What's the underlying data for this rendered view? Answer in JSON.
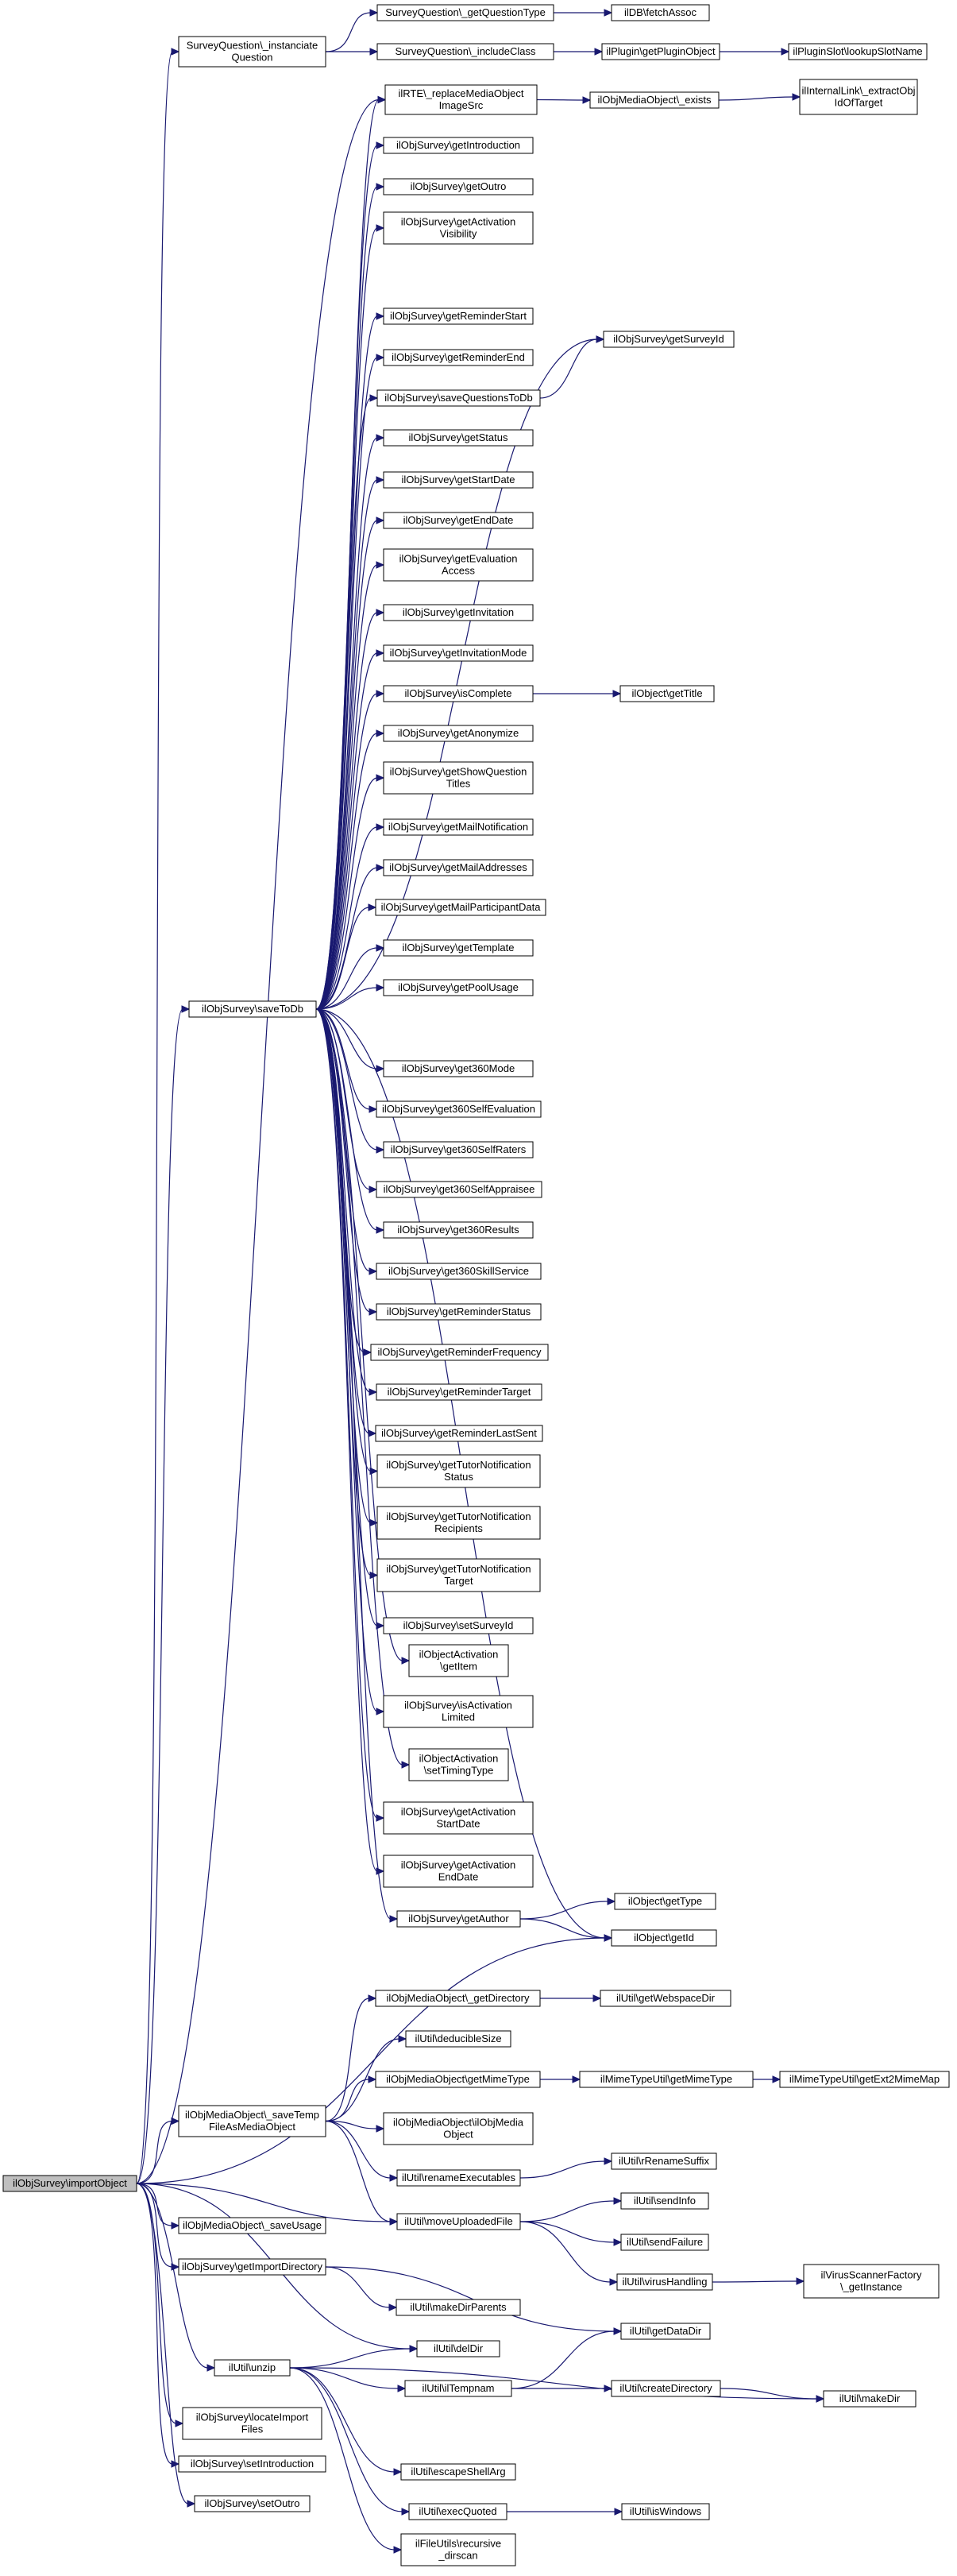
{
  "colors": {
    "edge": "#191970",
    "root_fill": "#bfbfbf",
    "node_fill": "#ffffff",
    "border": "#000000"
  },
  "nodes": [
    {
      "id": "root",
      "lines": [
        "ilObjSurvey\\importObject"
      ]
    },
    {
      "id": "sq_inst",
      "lines": [
        "SurveyQuestion\\_instanciate",
        "Question"
      ]
    },
    {
      "id": "sq_gqt",
      "lines": [
        "SurveyQuestion\\_getQuestionType"
      ]
    },
    {
      "id": "db_fetch",
      "lines": [
        "ilDB\\fetchAssoc"
      ]
    },
    {
      "id": "sq_inc",
      "lines": [
        "SurveyQuestion\\_includeClass"
      ]
    },
    {
      "id": "plugin_get",
      "lines": [
        "ilPlugin\\getPluginObject"
      ]
    },
    {
      "id": "pluginslot",
      "lines": [
        "ilPluginSlot\\lookupSlotName"
      ]
    },
    {
      "id": "rte",
      "lines": [
        "ilRTE\\_replaceMediaObject",
        "ImageSrc"
      ]
    },
    {
      "id": "mob_exists",
      "lines": [
        "ilObjMediaObject\\_exists"
      ]
    },
    {
      "id": "intlink",
      "lines": [
        "ilInternalLink\\_extractObj",
        "IdOfTarget"
      ]
    },
    {
      "id": "get_intro",
      "lines": [
        "ilObjSurvey\\getIntroduction"
      ]
    },
    {
      "id": "get_outro",
      "lines": [
        "ilObjSurvey\\getOutro"
      ]
    },
    {
      "id": "get_actvis",
      "lines": [
        "ilObjSurvey\\getActivation",
        "Visibility"
      ]
    },
    {
      "id": "get_remstart",
      "lines": [
        "ilObjSurvey\\getReminderStart"
      ]
    },
    {
      "id": "get_surveyid",
      "lines": [
        "ilObjSurvey\\getSurveyId"
      ]
    },
    {
      "id": "get_remend",
      "lines": [
        "ilObjSurvey\\getReminderEnd"
      ]
    },
    {
      "id": "saveq",
      "lines": [
        "ilObjSurvey\\saveQuestionsToDb"
      ]
    },
    {
      "id": "get_status",
      "lines": [
        "ilObjSurvey\\getStatus"
      ]
    },
    {
      "id": "get_startdate",
      "lines": [
        "ilObjSurvey\\getStartDate"
      ]
    },
    {
      "id": "get_enddate",
      "lines": [
        "ilObjSurvey\\getEndDate"
      ]
    },
    {
      "id": "get_evalacc",
      "lines": [
        "ilObjSurvey\\getEvaluation",
        "Access"
      ]
    },
    {
      "id": "get_invitation",
      "lines": [
        "ilObjSurvey\\getInvitation"
      ]
    },
    {
      "id": "get_invmode",
      "lines": [
        "ilObjSurvey\\getInvitationMode"
      ]
    },
    {
      "id": "is_complete",
      "lines": [
        "ilObjSurvey\\isComplete"
      ]
    },
    {
      "id": "obj_gettitle",
      "lines": [
        "ilObject\\getTitle"
      ]
    },
    {
      "id": "get_anon",
      "lines": [
        "ilObjSurvey\\getAnonymize"
      ]
    },
    {
      "id": "get_showqt",
      "lines": [
        "ilObjSurvey\\getShowQuestion",
        "Titles"
      ]
    },
    {
      "id": "get_mailnotif",
      "lines": [
        "ilObjSurvey\\getMailNotification"
      ]
    },
    {
      "id": "get_mailaddr",
      "lines": [
        "ilObjSurvey\\getMailAddresses"
      ]
    },
    {
      "id": "get_mailpart",
      "lines": [
        "ilObjSurvey\\getMailParticipantData"
      ]
    },
    {
      "id": "get_template",
      "lines": [
        "ilObjSurvey\\getTemplate"
      ]
    },
    {
      "id": "get_poolusage",
      "lines": [
        "ilObjSurvey\\getPoolUsage"
      ]
    },
    {
      "id": "savetodb",
      "lines": [
        "ilObjSurvey\\saveToDb"
      ]
    },
    {
      "id": "get_360mode",
      "lines": [
        "ilObjSurvey\\get360Mode"
      ]
    },
    {
      "id": "get_360selfeval",
      "lines": [
        "ilObjSurvey\\get360SelfEvaluation"
      ]
    },
    {
      "id": "get_360selfraters",
      "lines": [
        "ilObjSurvey\\get360SelfRaters"
      ]
    },
    {
      "id": "get_360selfappr",
      "lines": [
        "ilObjSurvey\\get360SelfAppraisee"
      ]
    },
    {
      "id": "get_360results",
      "lines": [
        "ilObjSurvey\\get360Results"
      ]
    },
    {
      "id": "get_360skill",
      "lines": [
        "ilObjSurvey\\get360SkillService"
      ]
    },
    {
      "id": "get_remstatus",
      "lines": [
        "ilObjSurvey\\getReminderStatus"
      ]
    },
    {
      "id": "get_remfreq",
      "lines": [
        "ilObjSurvey\\getReminderFrequency"
      ]
    },
    {
      "id": "get_remtarget",
      "lines": [
        "ilObjSurvey\\getReminderTarget"
      ]
    },
    {
      "id": "get_remlast",
      "lines": [
        "ilObjSurvey\\getReminderLastSent"
      ]
    },
    {
      "id": "get_tutnotstat",
      "lines": [
        "ilObjSurvey\\getTutorNotification",
        "Status"
      ]
    },
    {
      "id": "get_tutnotrec",
      "lines": [
        "ilObjSurvey\\getTutorNotification",
        "Recipients"
      ]
    },
    {
      "id": "get_tutnottarget",
      "lines": [
        "ilObjSurvey\\getTutorNotification",
        "Target"
      ]
    },
    {
      "id": "set_surveyid",
      "lines": [
        "ilObjSurvey\\setSurveyId"
      ]
    },
    {
      "id": "oa_getitem",
      "lines": [
        "ilObjectActivation",
        "\\getItem"
      ]
    },
    {
      "id": "is_actlimited",
      "lines": [
        "ilObjSurvey\\isActivation",
        "Limited"
      ]
    },
    {
      "id": "oa_settiming",
      "lines": [
        "ilObjectActivation",
        "\\setTimingType"
      ]
    },
    {
      "id": "get_actstart",
      "lines": [
        "ilObjSurvey\\getActivation",
        "StartDate"
      ]
    },
    {
      "id": "get_actend",
      "lines": [
        "ilObjSurvey\\getActivation",
        "EndDate"
      ]
    },
    {
      "id": "get_author",
      "lines": [
        "ilObjSurvey\\getAuthor"
      ]
    },
    {
      "id": "obj_gettype",
      "lines": [
        "ilObject\\getType"
      ]
    },
    {
      "id": "obj_getid",
      "lines": [
        "ilObject\\getId"
      ]
    },
    {
      "id": "mob_getdir",
      "lines": [
        "ilObjMediaObject\\_getDirectory"
      ]
    },
    {
      "id": "util_webspace",
      "lines": [
        "ilUtil\\getWebspaceDir"
      ]
    },
    {
      "id": "util_deducible",
      "lines": [
        "ilUtil\\deducibleSize"
      ]
    },
    {
      "id": "mob_getmime",
      "lines": [
        "ilObjMediaObject\\getMimeType"
      ]
    },
    {
      "id": "mime_getmime",
      "lines": [
        "ilMimeTypeUtil\\getMimeType"
      ]
    },
    {
      "id": "mime_ext2mime",
      "lines": [
        "ilMimeTypeUtil\\getExt2MimeMap"
      ]
    },
    {
      "id": "mob_savetemp",
      "lines": [
        "ilObjMediaObject\\_saveTemp",
        "FileAsMediaObject"
      ]
    },
    {
      "id": "mob_ctor",
      "lines": [
        "ilObjMediaObject\\ilObjMedia",
        "Object"
      ]
    },
    {
      "id": "util_rename",
      "lines": [
        "ilUtil\\renameExecutables"
      ]
    },
    {
      "id": "util_rrename",
      "lines": [
        "ilUtil\\rRenameSuffix"
      ]
    },
    {
      "id": "util_sendinfo",
      "lines": [
        "ilUtil\\sendInfo"
      ]
    },
    {
      "id": "util_moveup",
      "lines": [
        "ilUtil\\moveUploadedFile"
      ]
    },
    {
      "id": "mob_saveusage",
      "lines": [
        "ilObjMediaObject\\_saveUsage"
      ]
    },
    {
      "id": "util_sendfail",
      "lines": [
        "ilUtil\\sendFailure"
      ]
    },
    {
      "id": "get_importdir",
      "lines": [
        "ilObjSurvey\\getImportDirectory"
      ]
    },
    {
      "id": "util_virus",
      "lines": [
        "ilUtil\\virusHandling"
      ]
    },
    {
      "id": "vsf",
      "lines": [
        "ilVirusScannerFactory",
        "\\_getInstance"
      ]
    },
    {
      "id": "util_makedirparents",
      "lines": [
        "ilUtil\\makeDirParents"
      ]
    },
    {
      "id": "util_getdatadir",
      "lines": [
        "ilUtil\\getDataDir"
      ]
    },
    {
      "id": "util_deldir",
      "lines": [
        "ilUtil\\delDir"
      ]
    },
    {
      "id": "util_unzip",
      "lines": [
        "ilUtil\\unzip"
      ]
    },
    {
      "id": "util_tempnam",
      "lines": [
        "ilUtil\\ilTempnam"
      ]
    },
    {
      "id": "util_createdir",
      "lines": [
        "ilUtil\\createDirectory"
      ]
    },
    {
      "id": "util_makedir",
      "lines": [
        "ilUtil\\makeDir"
      ]
    },
    {
      "id": "locate_import",
      "lines": [
        "ilObjSurvey\\locateImport",
        "Files"
      ]
    },
    {
      "id": "set_intro",
      "lines": [
        "ilObjSurvey\\setIntroduction"
      ]
    },
    {
      "id": "util_escape",
      "lines": [
        "ilUtil\\escapeShellArg"
      ]
    },
    {
      "id": "set_outro",
      "lines": [
        "ilObjSurvey\\setOutro"
      ]
    },
    {
      "id": "util_execq",
      "lines": [
        "ilUtil\\execQuoted"
      ]
    },
    {
      "id": "util_iswin",
      "lines": [
        "ilUtil\\isWindows"
      ]
    },
    {
      "id": "fu_recursive",
      "lines": [
        "ilFileUtils\\recursive",
        "_dirscan"
      ]
    }
  ],
  "edges": [
    [
      "root",
      "sq_inst"
    ],
    [
      "root",
      "rte"
    ],
    [
      "root",
      "savetodb"
    ],
    [
      "root",
      "obj_getid"
    ],
    [
      "root",
      "mob_savetemp"
    ],
    [
      "root",
      "util_moveup"
    ],
    [
      "root",
      "mob_saveusage"
    ],
    [
      "root",
      "get_importdir"
    ],
    [
      "root",
      "util_deldir"
    ],
    [
      "root",
      "util_unzip"
    ],
    [
      "root",
      "locate_import"
    ],
    [
      "root",
      "set_intro"
    ],
    [
      "root",
      "set_outro"
    ],
    [
      "sq_inst",
      "sq_gqt"
    ],
    [
      "sq_inst",
      "sq_inc"
    ],
    [
      "sq_gqt",
      "db_fetch"
    ],
    [
      "sq_inc",
      "plugin_get"
    ],
    [
      "plugin_get",
      "pluginslot"
    ],
    [
      "rte",
      "mob_exists"
    ],
    [
      "mob_exists",
      "intlink"
    ],
    [
      "savetodb",
      "rte"
    ],
    [
      "savetodb",
      "get_intro"
    ],
    [
      "savetodb",
      "get_outro"
    ],
    [
      "savetodb",
      "get_actvis"
    ],
    [
      "savetodb",
      "get_surveyid"
    ],
    [
      "savetodb",
      "get_remstart"
    ],
    [
      "savetodb",
      "get_remend"
    ],
    [
      "savetodb",
      "saveq"
    ],
    [
      "savetodb",
      "get_status"
    ],
    [
      "savetodb",
      "get_startdate"
    ],
    [
      "savetodb",
      "get_enddate"
    ],
    [
      "savetodb",
      "get_evalacc"
    ],
    [
      "savetodb",
      "get_invitation"
    ],
    [
      "savetodb",
      "get_invmode"
    ],
    [
      "savetodb",
      "is_complete"
    ],
    [
      "savetodb",
      "get_anon"
    ],
    [
      "savetodb",
      "get_showqt"
    ],
    [
      "savetodb",
      "get_mailnotif"
    ],
    [
      "savetodb",
      "get_mailaddr"
    ],
    [
      "savetodb",
      "get_mailpart"
    ],
    [
      "savetodb",
      "get_template"
    ],
    [
      "savetodb",
      "get_poolusage"
    ],
    [
      "savetodb",
      "obj_getid"
    ],
    [
      "savetodb",
      "get_360mode"
    ],
    [
      "savetodb",
      "get_360selfeval"
    ],
    [
      "savetodb",
      "get_360selfraters"
    ],
    [
      "savetodb",
      "get_360selfappr"
    ],
    [
      "savetodb",
      "get_360results"
    ],
    [
      "savetodb",
      "get_360skill"
    ],
    [
      "savetodb",
      "get_remstatus"
    ],
    [
      "savetodb",
      "get_remfreq"
    ],
    [
      "savetodb",
      "get_remtarget"
    ],
    [
      "savetodb",
      "get_remlast"
    ],
    [
      "savetodb",
      "get_tutnotstat"
    ],
    [
      "savetodb",
      "get_tutnotrec"
    ],
    [
      "savetodb",
      "get_tutnottarget"
    ],
    [
      "savetodb",
      "set_surveyid"
    ],
    [
      "savetodb",
      "oa_getitem"
    ],
    [
      "savetodb",
      "is_actlimited"
    ],
    [
      "savetodb",
      "oa_settiming"
    ],
    [
      "savetodb",
      "get_actstart"
    ],
    [
      "savetodb",
      "get_actend"
    ],
    [
      "savetodb",
      "get_author"
    ],
    [
      "saveq",
      "get_surveyid"
    ],
    [
      "is_complete",
      "obj_gettitle"
    ],
    [
      "get_author",
      "obj_gettype"
    ],
    [
      "get_author",
      "obj_getid"
    ],
    [
      "mob_savetemp",
      "mob_getdir"
    ],
    [
      "mob_savetemp",
      "util_deducible"
    ],
    [
      "mob_savetemp",
      "mob_getmime"
    ],
    [
      "mob_savetemp",
      "mob_ctor"
    ],
    [
      "mob_savetemp",
      "util_rename"
    ],
    [
      "mob_savetemp",
      "util_moveup"
    ],
    [
      "mob_getdir",
      "util_webspace"
    ],
    [
      "mob_getmime",
      "mime_getmime"
    ],
    [
      "mime_getmime",
      "mime_ext2mime"
    ],
    [
      "util_rename",
      "util_rrename"
    ],
    [
      "util_moveup",
      "util_sendinfo"
    ],
    [
      "util_moveup",
      "util_sendfail"
    ],
    [
      "util_moveup",
      "util_virus"
    ],
    [
      "util_virus",
      "vsf"
    ],
    [
      "get_importdir",
      "util_makedirparents"
    ],
    [
      "get_importdir",
      "util_getdatadir"
    ],
    [
      "util_unzip",
      "util_deldir"
    ],
    [
      "util_unzip",
      "util_tempnam"
    ],
    [
      "util_unzip",
      "util_makedir"
    ],
    [
      "util_unzip",
      "util_escape"
    ],
    [
      "util_unzip",
      "util_execq"
    ],
    [
      "util_unzip",
      "fu_recursive"
    ],
    [
      "util_tempnam",
      "util_getdatadir"
    ],
    [
      "util_tempnam",
      "util_createdir"
    ],
    [
      "util_createdir",
      "util_makedir"
    ],
    [
      "util_execq",
      "util_iswin"
    ]
  ]
}
